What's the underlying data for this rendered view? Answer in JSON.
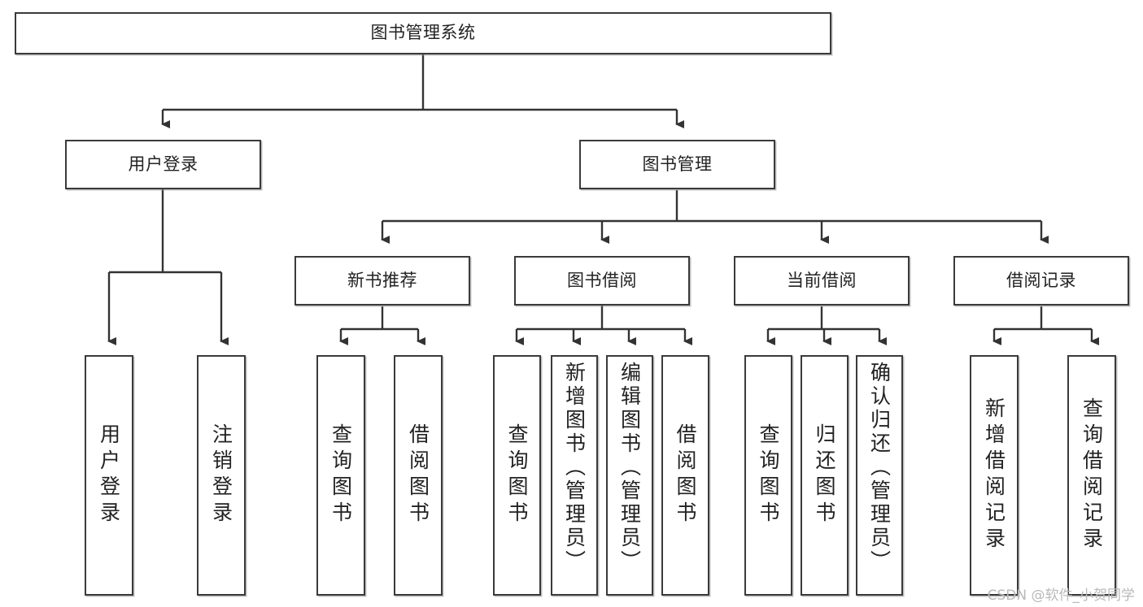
{
  "diagram": {
    "title": "图书管理系统",
    "watermark": "CSDN @软件_小贺同学",
    "colors": {
      "border": "#3a3a3a",
      "background": "#ffffff",
      "text": "#222222",
      "watermark": "#b9b9b9"
    },
    "nodes": {
      "root": {
        "label": "图书管理系统"
      },
      "tier1": [
        {
          "label": "用户登录"
        },
        {
          "label": "图书管理"
        }
      ],
      "tier2": [
        {
          "label": "新书推荐"
        },
        {
          "label": "图书借阅"
        },
        {
          "label": "当前借阅"
        },
        {
          "label": "借阅记录"
        }
      ],
      "leaves": {
        "user_login": [
          {
            "label": "用户登录"
          },
          {
            "label": "注销登录"
          }
        ],
        "new_book_recommend": [
          {
            "label": "查询图书"
          },
          {
            "label": "借阅图书"
          }
        ],
        "book_borrow": [
          {
            "label": "查询图书"
          },
          {
            "label": "新增图书（管理员）"
          },
          {
            "label": "编辑图书（管理员）"
          },
          {
            "label": "借阅图书"
          }
        ],
        "current_borrow": [
          {
            "label": "查询图书"
          },
          {
            "label": "归还图书"
          },
          {
            "label": "确认归还（管理员）"
          }
        ],
        "borrow_record": [
          {
            "label": "新增借阅记录"
          },
          {
            "label": "查询借阅记录"
          }
        ]
      }
    }
  }
}
